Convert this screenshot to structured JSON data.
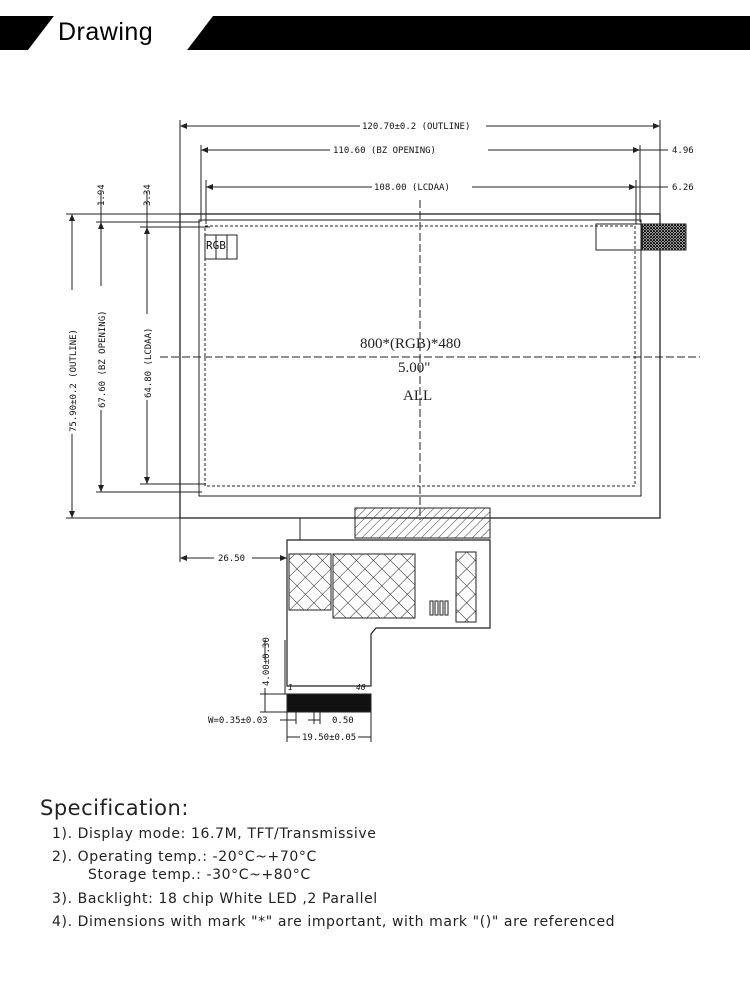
{
  "header": {
    "title": "Drawing"
  },
  "drawing": {
    "dims": {
      "outline_width": "120.70±0.2 (OUTLINE)",
      "bz_opening_width": "110.60 (BZ OPENING)",
      "lcdaa_width": "108.00 (LCDAA)",
      "right_margin_1": "4.96",
      "right_margin_2": "6.26",
      "top_margin_1": "1.94",
      "top_margin_2": "3.34",
      "outline_height": "75.90±0.2 (OUTLINE)",
      "bz_opening_height": "67.60 (BZ OPENING)",
      "lcdaa_height": "64.80 (LCDAA)",
      "fpc_offset": "26.50",
      "pin_length": "4.00±0.30",
      "pin_width": "W=0.35±0.03",
      "pin_pitch": "0.50",
      "connector_width": "19.50±0.05"
    },
    "labels": {
      "rgb": "RGB",
      "resolution": "800*(RGB)*480",
      "size": "5.00\"",
      "view": "ALL",
      "pin_first": "1",
      "pin_last": "40"
    }
  },
  "specification": {
    "title": "Specification:",
    "lines": [
      "1). Display mode: 16.7M, TFT/Transmissive",
      "2). Operating temp.: -20°C~+70°C",
      "Storage temp.: -30°C~+80°C",
      "3). Backlight: 18 chip White LED ,2 Parallel",
      "4). Dimensions with mark \"*\" are important, with mark \"()\" are referenced"
    ]
  }
}
